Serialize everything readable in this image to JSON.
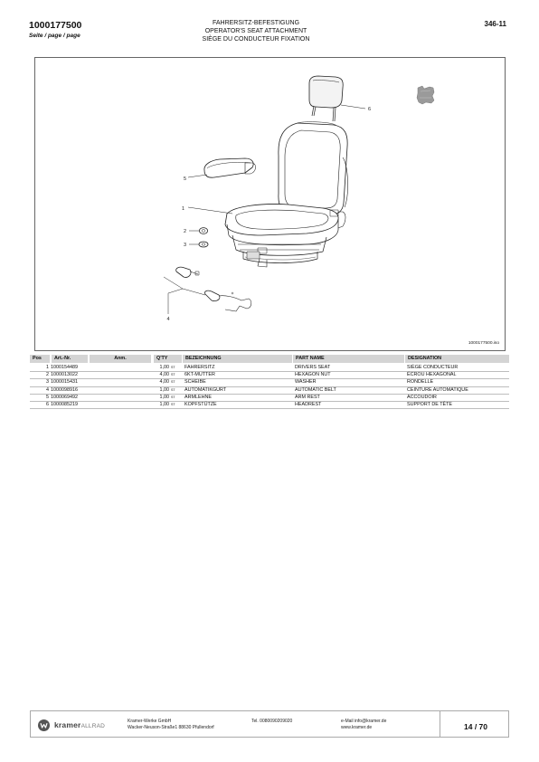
{
  "header": {
    "doc_number": "1000177500",
    "subtitle": "Seite / page / page",
    "title_de": "FAHRERSITZ-BEFESTIGUNG",
    "title_en": "OPERATOR'S SEAT ATTACHMENT",
    "title_fr": "SIÈGE DU CONDUCTEUR FIXATION",
    "page_code": "346-11"
  },
  "drawing": {
    "callouts": [
      "1",
      "2",
      "3",
      "4",
      "5",
      "6"
    ],
    "drawing_id": "1000177500.iso",
    "badge_icon": "hide-leather-icon"
  },
  "table": {
    "headers": {
      "pos": "Pos",
      "art": "Art.-Nr.",
      "anm": "Anm.",
      "qty": "Q'TY",
      "de": "BEZEICHNUNG",
      "en": "PART NAME",
      "fr": "DESIGNATION"
    },
    "rows": [
      {
        "pos": "1",
        "art": "1000154489",
        "qty": "1,00",
        "unit": "ST",
        "de": "FAHRERSITZ",
        "en": "DRIVERS SEAT",
        "fr": "SIÈGE CONDUCTEUR"
      },
      {
        "pos": "2",
        "art": "1000013022",
        "qty": "4,00",
        "unit": "ST",
        "de": "6KT-MUTTER",
        "en": "HEXAGON NUT",
        "fr": "ÉCROU HEXAGONAL"
      },
      {
        "pos": "3",
        "art": "1000015431",
        "qty": "4,00",
        "unit": "ST",
        "de": "SCHEIBE",
        "en": "WASHER",
        "fr": "RONDELLE"
      },
      {
        "pos": "4",
        "art": "1000098916",
        "qty": "1,00",
        "unit": "ST",
        "de": "AUTOMATIKGURT",
        "en": "AUTOMATIC BELT",
        "fr": "CEINTURE AUTOMATIQUE"
      },
      {
        "pos": "5",
        "art": "1000069492",
        "qty": "1,00",
        "unit": "ST",
        "de": "ARMLEHNE",
        "en": "ARM REST",
        "fr": "ACCOUDOIR"
      },
      {
        "pos": "6",
        "art": "1000085219",
        "qty": "1,00",
        "unit": "ST",
        "de": "KOPFSTÜTZE",
        "en": "HEADREST",
        "fr": "SUPPORT DE TÊTE"
      }
    ]
  },
  "footer": {
    "brand_main": "kramer",
    "brand_sub": "ALLRAD",
    "company": "Kramer-Werke GmbH",
    "address": "Wacker-Neuson-Straße1  88630 Pfullendorf",
    "tel": "Tel. 0080090209020",
    "email": "e-Mail info@kramer.de",
    "web": "www.kramer.de",
    "page": "14 / 70"
  }
}
